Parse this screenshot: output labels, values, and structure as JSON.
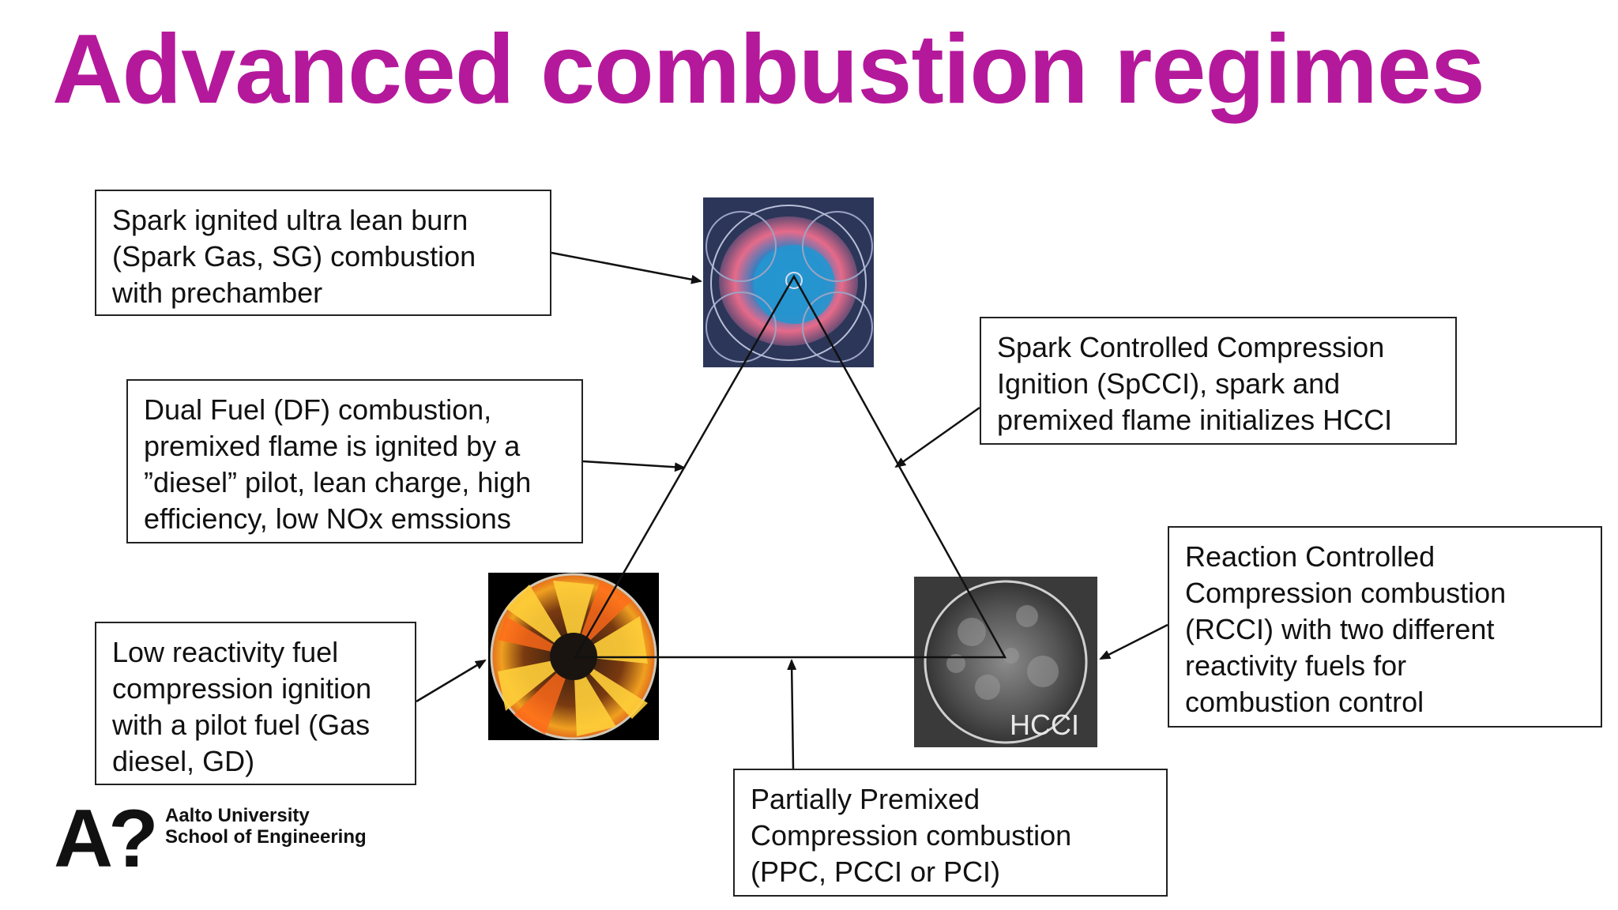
{
  "title": "Advanced combustion regimes",
  "boxes": {
    "sg": [
      "Spark ignited ultra lean burn",
      "(Spark Gas, SG) combustion",
      "with prechamber"
    ],
    "df": [
      "Dual Fuel (DF) combustion,",
      "premixed flame is ignited by a",
      "”diesel” pilot, lean charge, high",
      "efficiency, low NOx emssions"
    ],
    "gd": [
      "Low reactivity fuel",
      "compression ignition",
      "with a pilot fuel (Gas",
      "diesel, GD)"
    ],
    "spcci": [
      "Spark Controlled Compression",
      "Ignition (SpCCI), spark and",
      "premixed flame initializes HCCI"
    ],
    "rcci": [
      "Reaction Controlled",
      "Compression combustion",
      "(RCCI) with two different",
      "reactivity fuels for",
      "combustion control"
    ],
    "ppc": [
      "Partially Premixed",
      "Compression combustion",
      "(PPC, PCCI or PCI)"
    ]
  },
  "images": {
    "hcci_label": "HCCI"
  },
  "logo": {
    "mark": "A?",
    "line1": "Aalto University",
    "line2": "School of Engineering"
  },
  "colors": {
    "title": "#b5199b"
  }
}
